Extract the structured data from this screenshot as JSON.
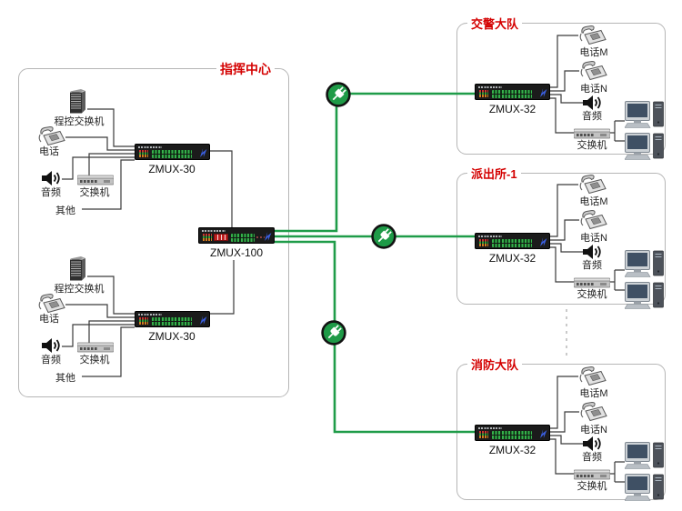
{
  "colors": {
    "accent_green": "#1f9c49",
    "title_red": "#d40000",
    "wire_gray": "#3a3a3a",
    "box_border": "#b6b6b6",
    "device_body": "#1b1b1b",
    "led_green": "#35b14a",
    "logo_blue": "#3b5fe0"
  },
  "icons": {
    "fiber_link_icon": "green-circle-white-plug",
    "pbx_icon": "server-tower",
    "phone_icon": "desk-phone",
    "audio_icon": "speaker-with-waves",
    "switch_icon": "ethernet-switch-box",
    "workstation_icon": "desktop-pc-with-tower"
  },
  "command_center": {
    "title": "指挥中心",
    "hub_device_label": "ZMUX-100",
    "groups": [
      {
        "device_label": "ZMUX-30",
        "pbx": "程控交换机",
        "phone": "电话",
        "audio": "音频",
        "switch": "交换机",
        "other": "其他"
      },
      {
        "device_label": "ZMUX-30",
        "pbx": "程控交换机",
        "phone": "电话",
        "audio": "音频",
        "switch": "交换机",
        "other": "其他"
      }
    ]
  },
  "sites": [
    {
      "title": "交警大队",
      "device_label": "ZMUX-32",
      "phone_m": "电话M",
      "phone_n": "电话N",
      "audio": "音频",
      "switch": "交换机"
    },
    {
      "title": "派出所-1",
      "device_label": "ZMUX-32",
      "phone_m": "电话M",
      "phone_n": "电话N",
      "audio": "音频",
      "switch": "交换机"
    },
    {
      "title": "消防大队",
      "device_label": "ZMUX-32",
      "phone_m": "电话M",
      "phone_n": "电话N",
      "audio": "音频",
      "switch": "交换机"
    }
  ]
}
